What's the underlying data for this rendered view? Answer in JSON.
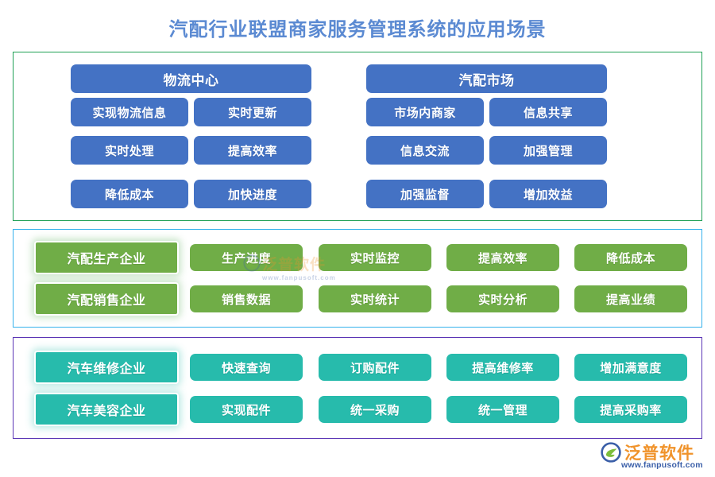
{
  "title": "汽配行业联盟商家服务管理系统的应用场景",
  "colors": {
    "blue": "#4472C4",
    "green": "#70AD47",
    "teal": "#27BBAC",
    "title_text": "#5B8AD2",
    "section1_border": "#1FA055",
    "section2_border": "#35B1EC",
    "section3_border": "#5B35B5",
    "logo_cn": "#F0932B",
    "logo_url": "#3B5FA8"
  },
  "sections": [
    {
      "id": "section-logistics-market",
      "border_color": "#1FA055",
      "groups": [
        {
          "header": "物流中心",
          "rows": [
            [
              "实现物流信息",
              "实时更新"
            ],
            [
              "实时处理",
              "提高效率"
            ],
            [
              "降低成本",
              "加快进度"
            ]
          ]
        },
        {
          "header": "汽配市场",
          "rows": [
            [
              "市场内商家",
              "信息共享"
            ],
            [
              "信息交流",
              "加强管理"
            ],
            [
              "加强监督",
              "增加效益"
            ]
          ]
        }
      ]
    },
    {
      "id": "section-enterprises",
      "border_color": "#35B1EC",
      "rows": [
        {
          "category": "汽配生产企业",
          "items": [
            "生产进度",
            "实时监控",
            "提高效率",
            "降低成本"
          ]
        },
        {
          "category": "汽配销售企业",
          "items": [
            "销售数据",
            "实时统计",
            "实时分析",
            "提高业绩"
          ]
        }
      ]
    },
    {
      "id": "section-services",
      "border_color": "#5B35B5",
      "rows": [
        {
          "category": "汽车维修企业",
          "items": [
            "快速查询",
            "订购配件",
            "提高维修率",
            "增加满意度"
          ]
        },
        {
          "category": "汽车美容企业",
          "items": [
            "实现配件",
            "统一采购",
            "统一管理",
            "提高采购率"
          ]
        }
      ]
    }
  ],
  "logo": {
    "name": "泛普软件",
    "url": "www.fanpusoft.com"
  }
}
